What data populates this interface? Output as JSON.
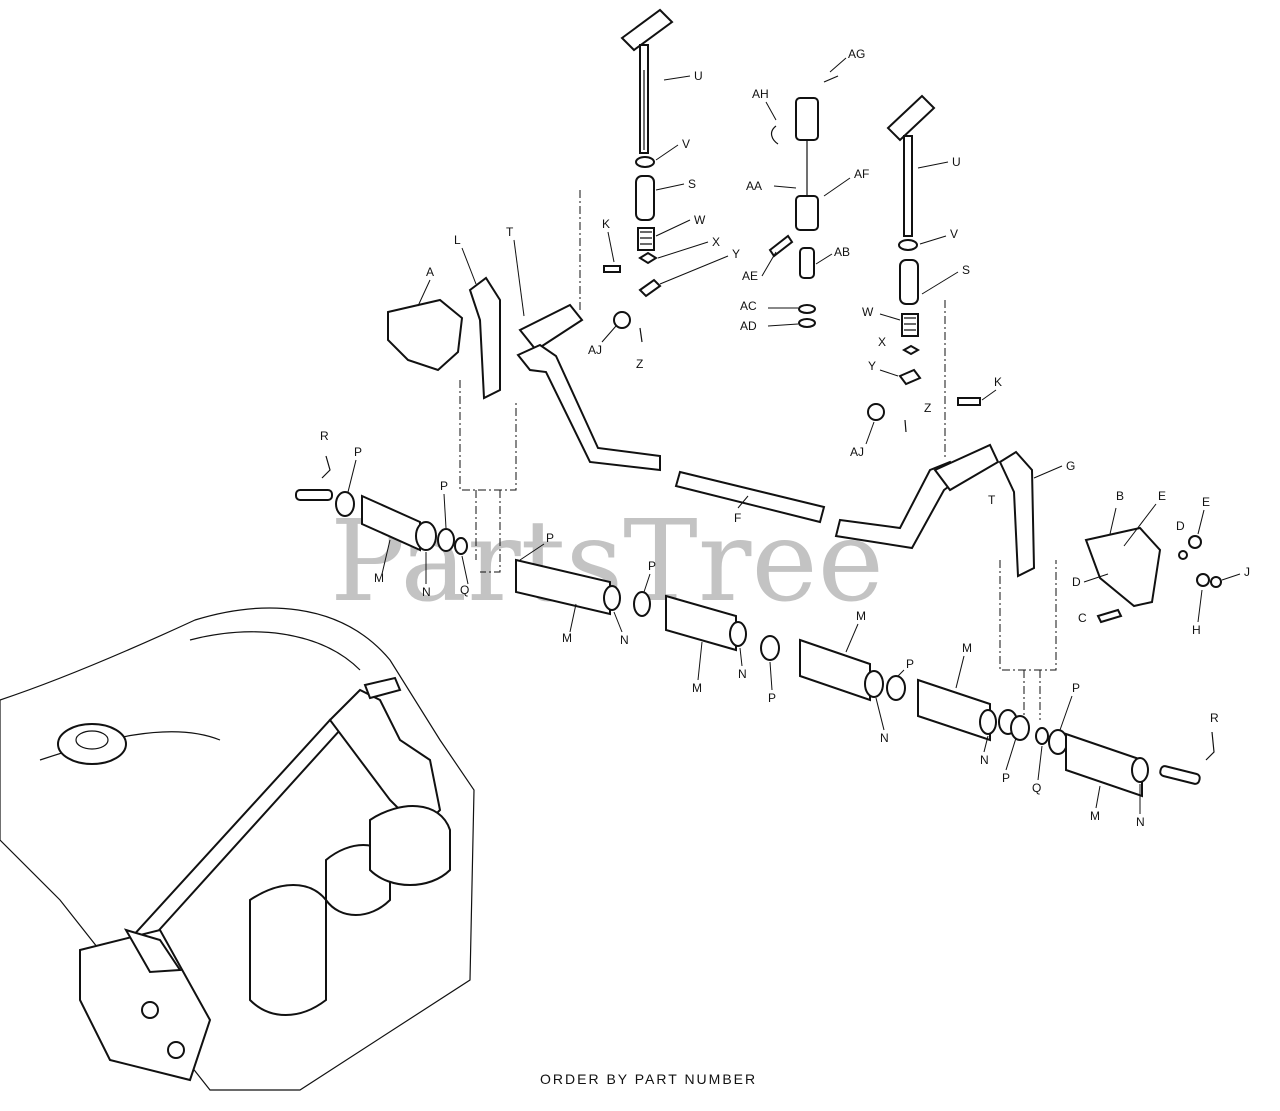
{
  "watermark": "PartsTree",
  "footer": "ORDER BY PART NUMBER",
  "callouts": {
    "U1": "U",
    "V1": "V",
    "S1": "S",
    "W1": "W",
    "X1": "X",
    "Y1": "Y",
    "K1": "K",
    "T1": "T",
    "L": "L",
    "A": "A",
    "AJ1": "AJ",
    "Z1": "Z",
    "AG": "AG",
    "AH": "AH",
    "AA": "AA",
    "AF": "AF",
    "AE": "AE",
    "AB": "AB",
    "AC": "AC",
    "AD": "AD",
    "U2": "U",
    "V2": "V",
    "S2": "S",
    "W2": "W",
    "X2": "X",
    "Y2": "Y",
    "Z2": "Z",
    "AJ2": "AJ",
    "K2": "K",
    "G": "G",
    "T2": "T",
    "B": "B",
    "E1": "E",
    "E2": "E",
    "D1": "D",
    "D2": "D",
    "C": "C",
    "H": "H",
    "J": "J",
    "F": "F",
    "R1": "R",
    "R2": "R",
    "P1": "P",
    "P2": "P",
    "P3": "P",
    "P4": "P",
    "P5": "P",
    "P6": "P",
    "P7": "P",
    "P8": "P",
    "M1": "M",
    "M2": "M",
    "M3": "M",
    "M4": "M",
    "M5": "M",
    "M6": "M",
    "N1": "N",
    "N2": "N",
    "N3": "N",
    "N4": "N",
    "N5": "N",
    "N6": "N",
    "Q1": "Q",
    "Q2": "Q"
  }
}
